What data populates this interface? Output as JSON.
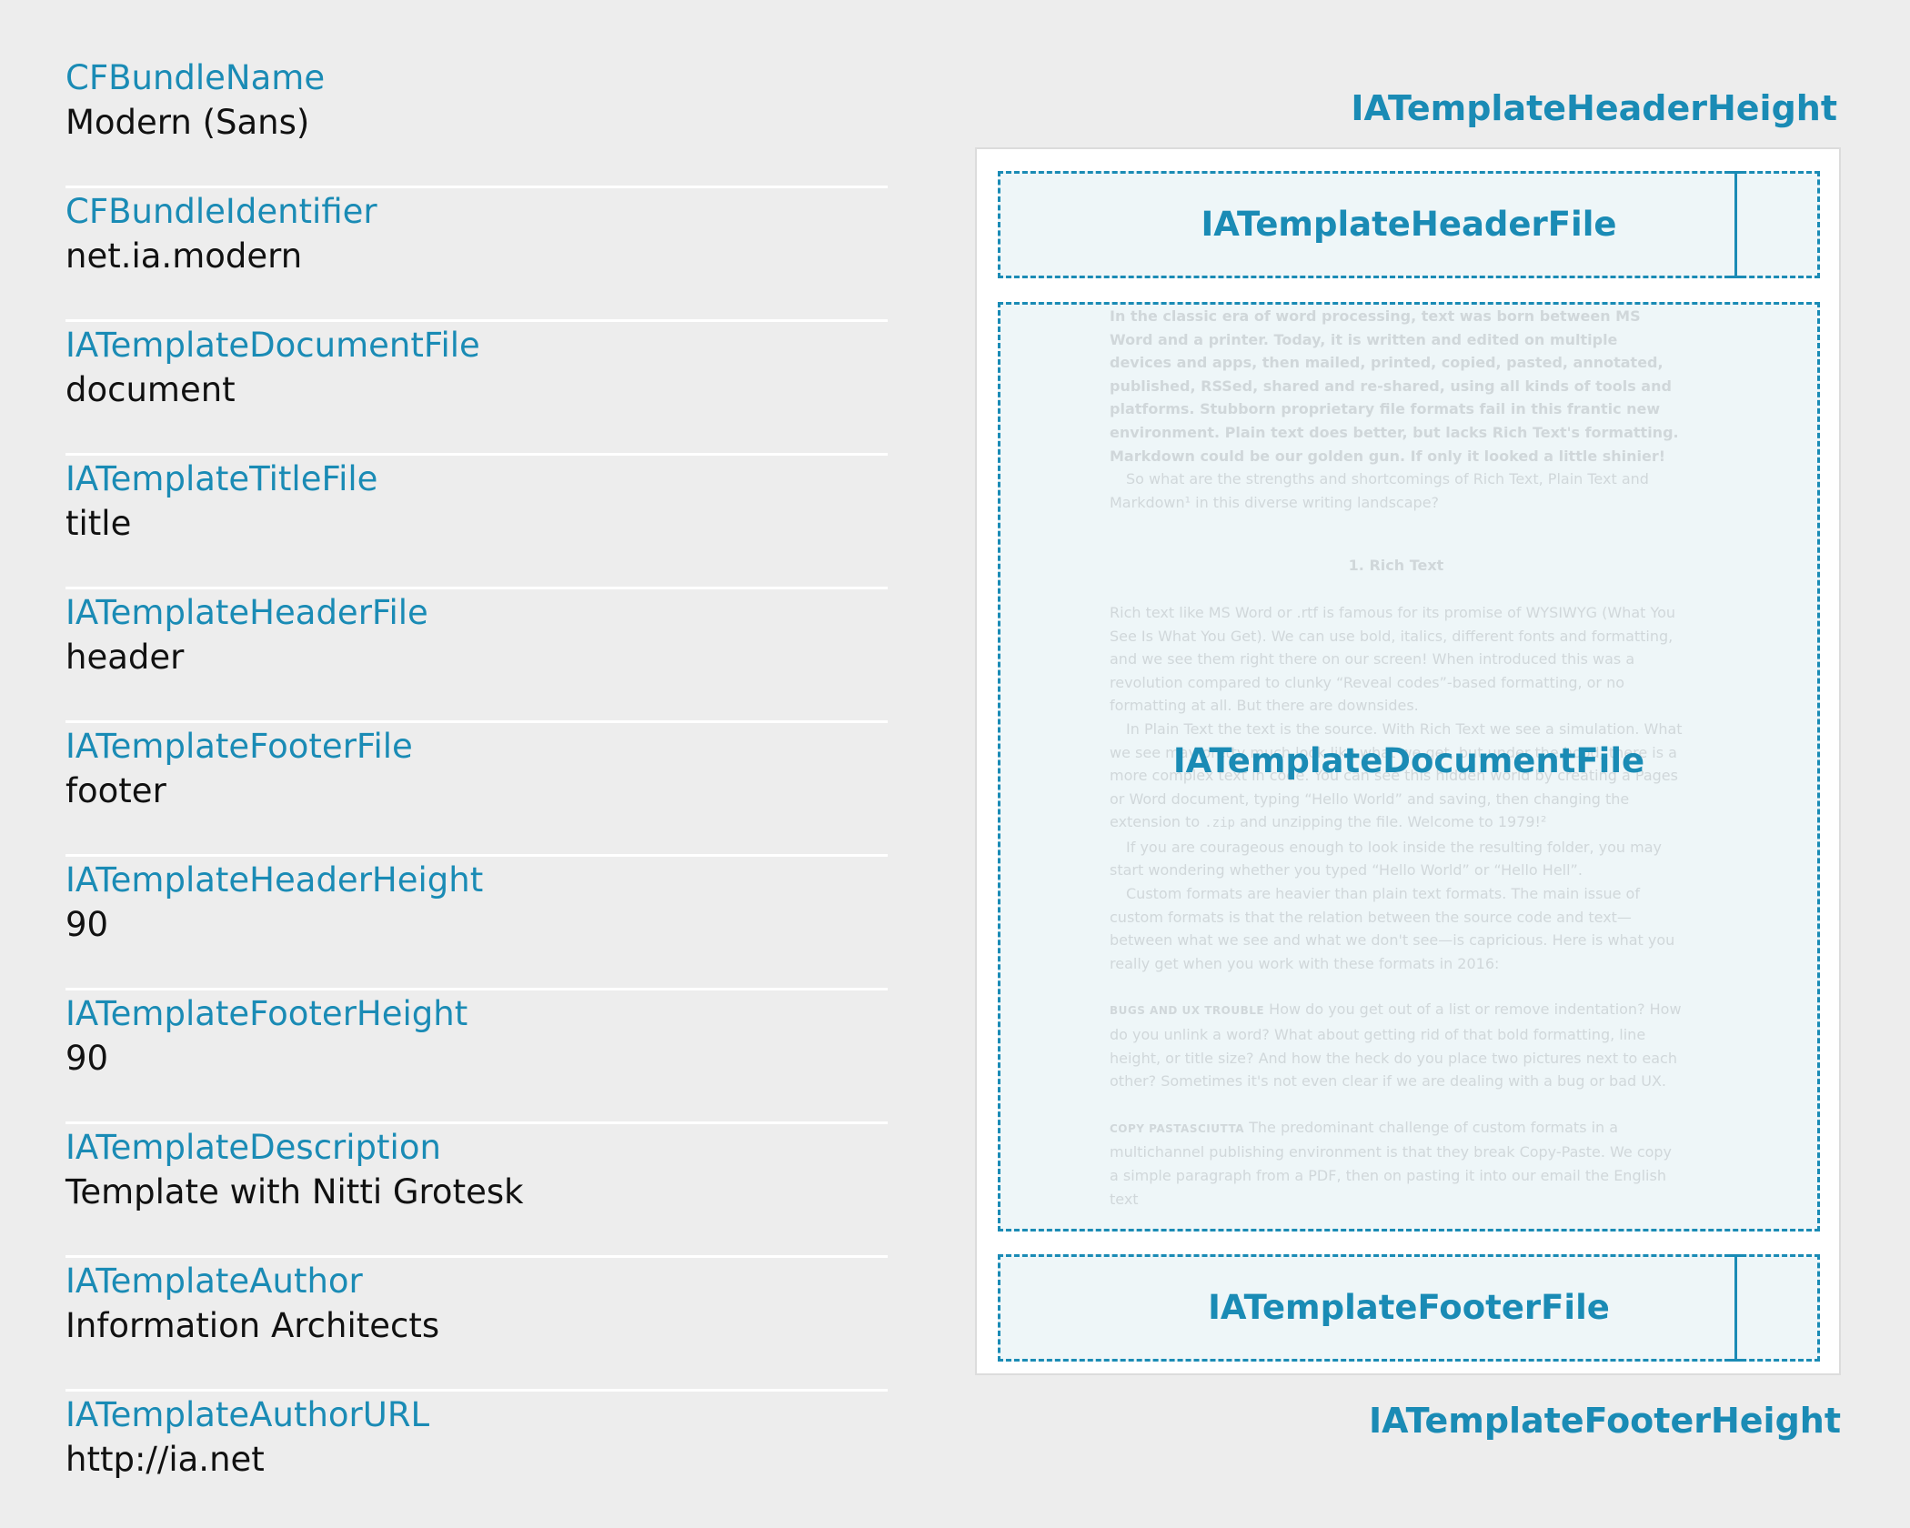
{
  "properties": [
    {
      "key": "CFBundleName",
      "value": "Modern (Sans)"
    },
    {
      "key": "CFBundleIdentifier",
      "value": "net.ia.modern"
    },
    {
      "key": "IATemplateDocumentFile",
      "value": "document"
    },
    {
      "key": "IATemplateTitleFile",
      "value": "title"
    },
    {
      "key": "IATemplateHeaderFile",
      "value": "header"
    },
    {
      "key": "IATemplateFooterFile",
      "value": "footer"
    },
    {
      "key": "IATemplateHeaderHeight",
      "value": "90"
    },
    {
      "key": "IATemplateFooterHeight",
      "value": "90"
    },
    {
      "key": "IATemplateDescription",
      "value": "Template with Nitti Grotesk"
    },
    {
      "key": "IATemplateAuthor",
      "value": "Information Architects"
    },
    {
      "key": "IATemplateAuthorURL",
      "value": "http://ia.net"
    }
  ],
  "diagram": {
    "header_height_label": "IATemplateHeaderHeight",
    "footer_height_label": "IATemplateFooterHeight",
    "header_zone_label": "IATemplateHeaderFile",
    "document_zone_label": "IATemplateDocumentFile",
    "footer_zone_label": "IATemplateFooterFile",
    "sample_text": {
      "intro": "In the classic era of word processing, text was born between MS Word and a printer. Today, it is written and edited on multiple devices and apps, then mailed, printed, copied, pasted, annotated, published, RSSed, shared and re-shared, using all kinds of tools and platforms. Stubborn proprietary file formats fail in this frantic new environment. Plain text does better, but lacks Rich Text's formatting. Markdown could be our golden gun. If only it looked a little shinier!",
      "question": "So what are the strengths and shortcomings of Rich Text, Plain Text and Markdown¹ in this diverse writing landscape?",
      "section_title": "1. Rich Text",
      "p1": "Rich text like MS Word or .rtf is famous for its promise of WYSIWYG (What You See Is What You Get). We can use bold, italics, different fonts and formatting, and we see them right there on our screen! When introduced this was a revolution compared to clunky “Reveal codes”-based formatting, or no formatting at all. But there are downsides.",
      "p2_before": "In Plain Text the text is the source. With Rich Text we see a simulation. What we see may pretty much look like what we get, but under the hood, there is a more complex text in code. You can see this hidden world by creating a Pages or Word document, typing “Hello World” and saving, then changing the extension to",
      "p2_code": ".zip",
      "p2_after": "and unzipping the file. Welcome to 1979!²",
      "p3": "If you are courageous enough to look inside the resulting folder, you may start wondering whether you typed “Hello World” or “Hello Hell”.",
      "p4": "Custom formats are heavier than plain text formats. The main issue of custom formats is that the relation between the source code and text—between what we see and what we don't see—is capricious. Here is what you really get when you work with these formats in 2016:",
      "p5_head": "BUGS AND UX TROUBLE",
      "p5": "How do you get out of a list or remove indentation? How do you unlink a word? What about getting rid of that bold formatting, line height, or title size? And how the heck do you place two pictures next to each other? Sometimes it's not even clear if we are dealing with a bug or bad UX.",
      "p6_head": "COPY PASTASCIUTTA",
      "p6": "The predominant challenge of custom formats in a multichannel publishing environment is that they break Copy-Paste. We copy a simple paragraph from a PDF, then on pasting it into our email the English text"
    }
  },
  "colors": {
    "accent": "#1a8bb5",
    "background": "#ededed",
    "zone_fill": "#eef6f8",
    "value_text": "#111111"
  }
}
